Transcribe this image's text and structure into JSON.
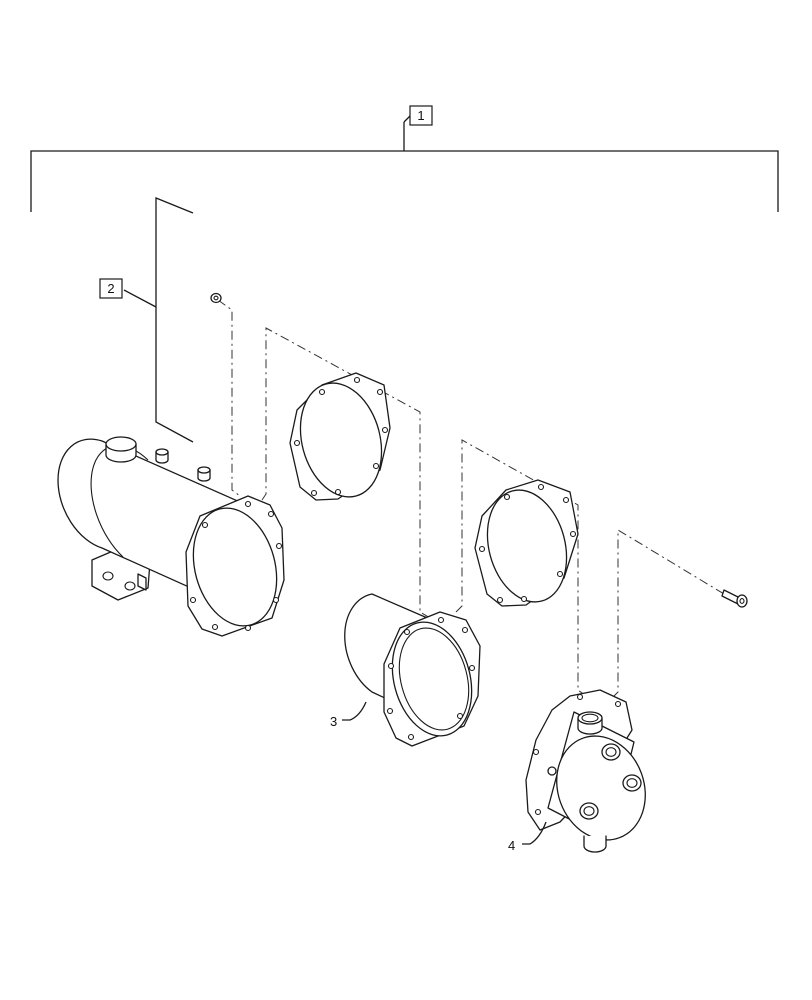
{
  "diagram": {
    "callouts": {
      "assembly": "1",
      "muffler": "2",
      "outlet_pipe": "3",
      "end_cap": "4"
    }
  }
}
